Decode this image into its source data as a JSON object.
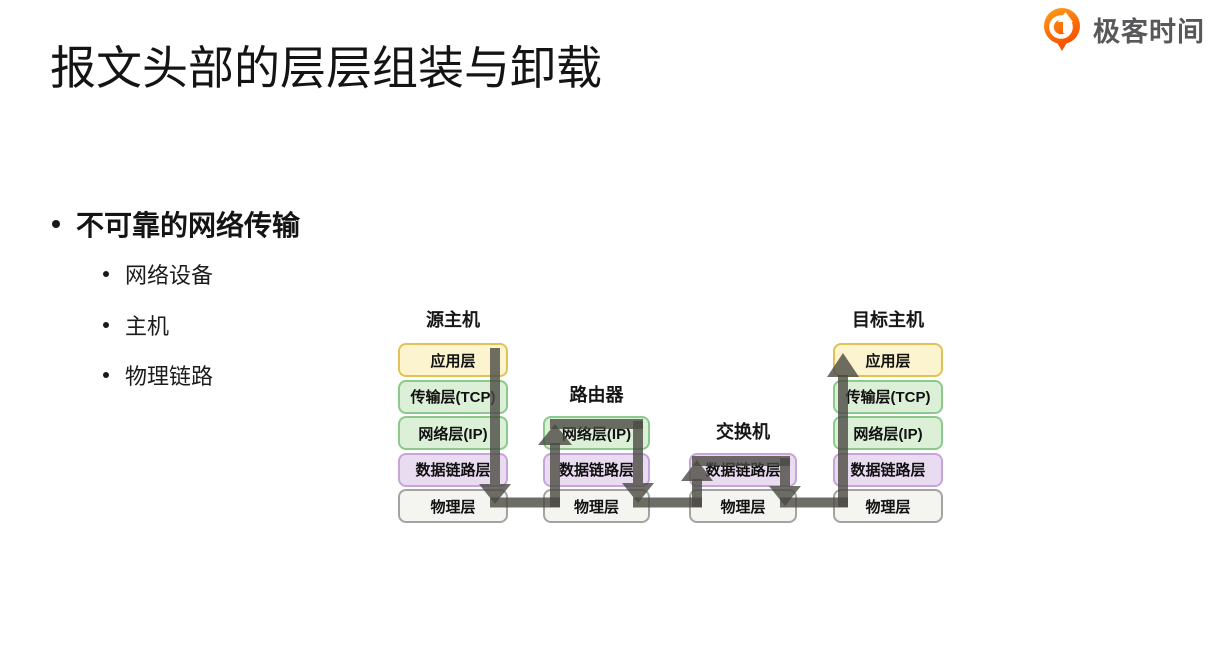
{
  "logo": {
    "text": "极客时间",
    "brand_color": "#fb6300",
    "text_color": "#57585a"
  },
  "title": "报文头部的层层组装与卸载",
  "bullets": {
    "main": "不可靠的网络传输",
    "sub": [
      "网络设备",
      "主机",
      "物理链路"
    ]
  },
  "diagram": {
    "arrow_color": "#4a4a42",
    "arrow_opacity": 0.8,
    "layer_styles": {
      "application": {
        "fill": "#fcf4cf",
        "border": "#e2c257"
      },
      "transport": {
        "fill": "#dcf0d8",
        "border": "#8cc98c"
      },
      "network": {
        "fill": "#dcf0d8",
        "border": "#8cc98c"
      },
      "datalink": {
        "fill": "#e9dbf0",
        "border": "#c7a4da"
      },
      "physical": {
        "fill": "#f4f4f1",
        "border": "#a3a3a0"
      }
    },
    "stacks": [
      {
        "name": "源主机",
        "layers": [
          {
            "label": "应用层",
            "type": "application"
          },
          {
            "label": "传输层(TCP)",
            "type": "transport"
          },
          {
            "label": "网络层(IP)",
            "type": "network"
          },
          {
            "label": "数据链路层",
            "type": "datalink"
          },
          {
            "label": "物理层",
            "type": "physical"
          }
        ]
      },
      {
        "name": "路由器",
        "layers": [
          {
            "label": "网络层(IP)",
            "type": "network"
          },
          {
            "label": "数据链路层",
            "type": "datalink"
          },
          {
            "label": "物理层",
            "type": "physical"
          }
        ]
      },
      {
        "name": "交换机",
        "layers": [
          {
            "label": "数据链路层",
            "type": "datalink"
          },
          {
            "label": "物理层",
            "type": "physical"
          }
        ]
      },
      {
        "name": "目标主机",
        "layers": [
          {
            "label": "应用层",
            "type": "application"
          },
          {
            "label": "传输层(TCP)",
            "type": "transport"
          },
          {
            "label": "网络层(IP)",
            "type": "network"
          },
          {
            "label": "数据链路层",
            "type": "datalink"
          },
          {
            "label": "物理层",
            "type": "physical"
          }
        ]
      }
    ]
  }
}
